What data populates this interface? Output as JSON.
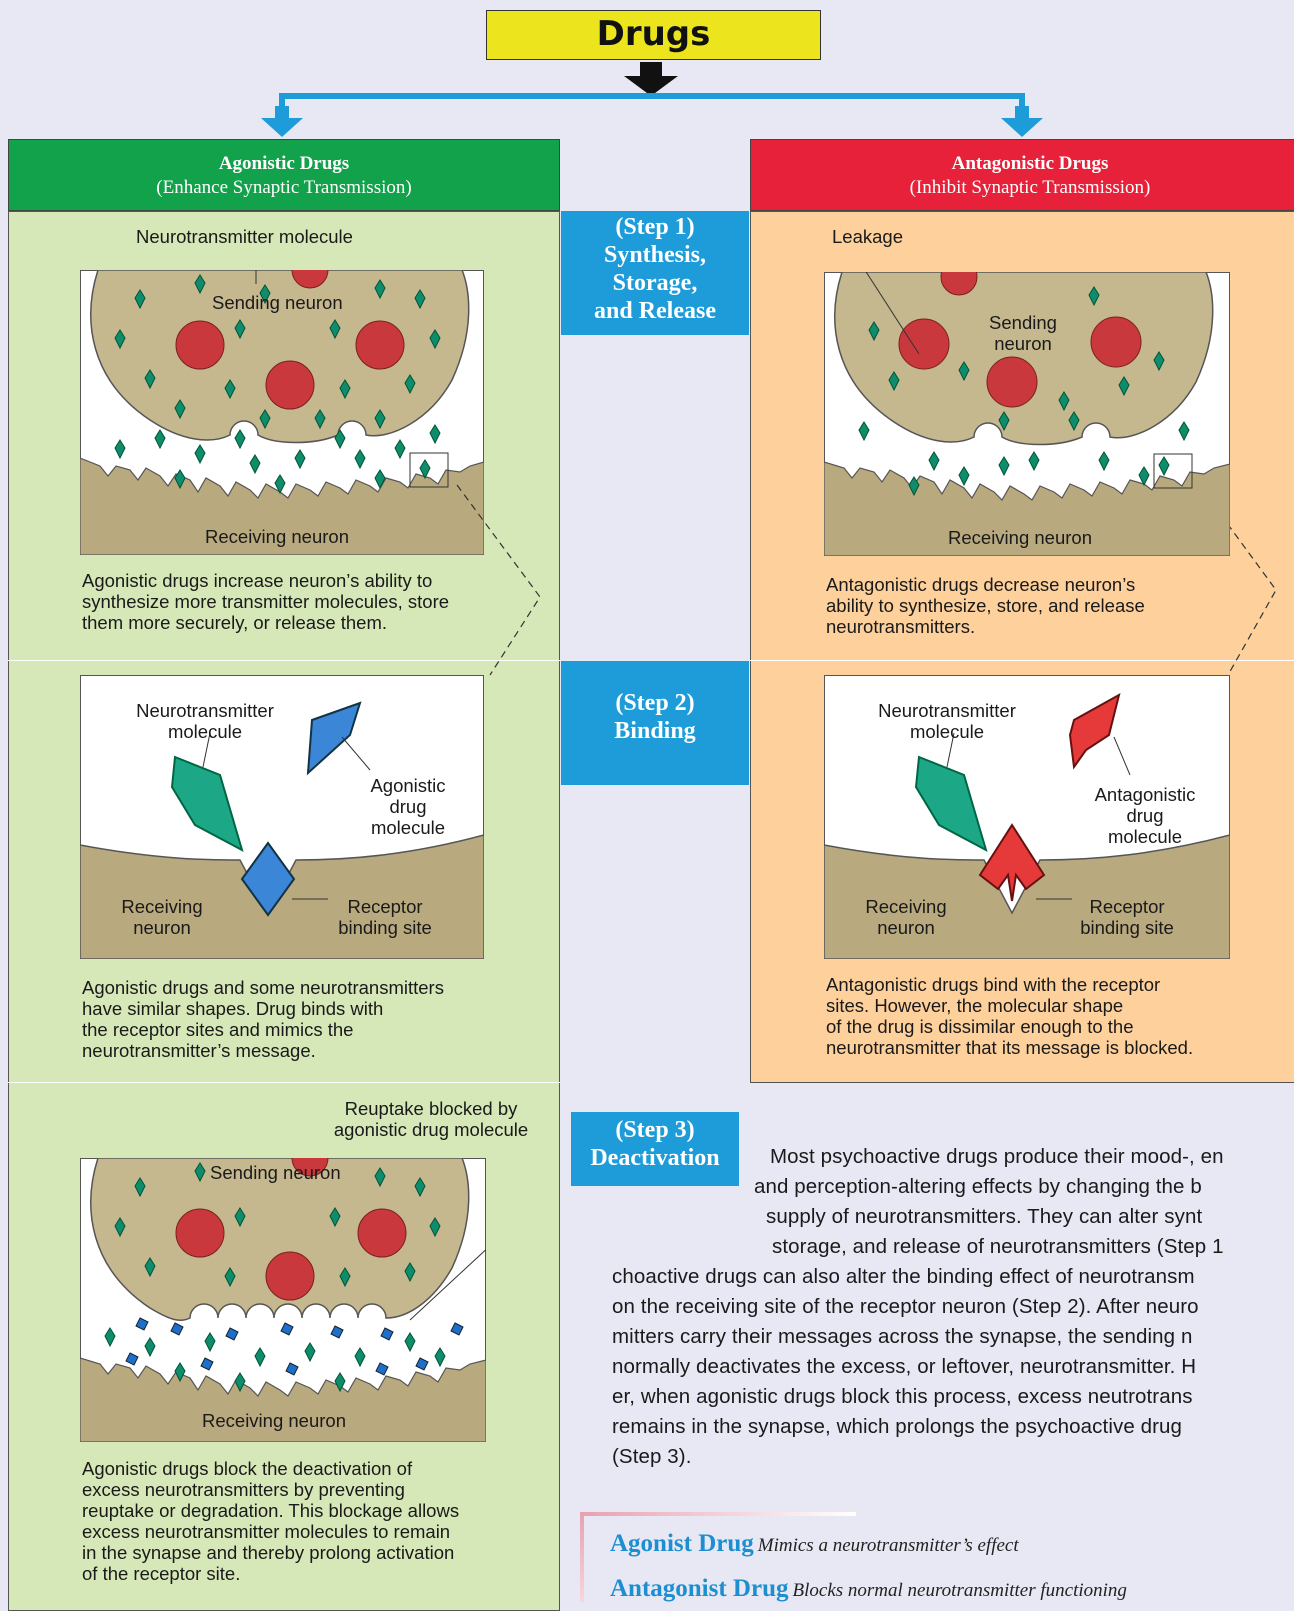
{
  "title": "Drugs",
  "agonist_header": {
    "title": "Agonistic Drugs",
    "subtitle": "(Enhance Synaptic Transmission)"
  },
  "antagonist_header": {
    "title": "Antagonistic Drugs",
    "subtitle": "(Inhibit Synaptic Transmission)"
  },
  "steps": {
    "step1": [
      "(Step 1)",
      "Synthesis,",
      "Storage,",
      "and Release"
    ],
    "step2": [
      "(Step 2)",
      "Binding"
    ],
    "step3": [
      "(Step 3)",
      "Deactivation"
    ]
  },
  "agonist_step1": {
    "label_top": "Neurotransmitter molecule",
    "sending": "Sending neuron",
    "receiving": "Receiving neuron",
    "caption": [
      "Agonistic drugs increase neuron’s ability to",
      "synthesize more transmitter molecules, store",
      "them more securely, or release them."
    ]
  },
  "antagonist_step1": {
    "label_top": "Leakage",
    "sending": [
      "Sending",
      "neuron"
    ],
    "receiving": "Receiving neuron",
    "caption": [
      "Antagonistic drugs decrease neuron’s",
      "ability to synthesize, store, and release",
      "neurotransmitters."
    ]
  },
  "agonist_step2": {
    "nt_label": [
      "Neurotransmitter",
      "molecule"
    ],
    "drug_label": [
      "Agonistic",
      "drug",
      "molecule"
    ],
    "receiving": [
      "Receiving",
      "neuron"
    ],
    "receptor": [
      "Receptor",
      "binding site"
    ],
    "caption": [
      "Agonistic drugs and some neurotransmitters",
      "have similar shapes. Drug binds with",
      "the receptor sites and mimics the",
      "neurotransmitter’s message."
    ]
  },
  "antagonist_step2": {
    "nt_label": [
      "Neurotransmitter",
      "molecule"
    ],
    "drug_label": [
      "Antagonistic",
      "drug",
      "molecule"
    ],
    "receiving": [
      "Receiving",
      "neuron"
    ],
    "receptor": [
      "Receptor",
      "binding site"
    ],
    "caption": [
      "Antagonistic drugs bind with the receptor",
      "sites. However, the molecular shape",
      "of the drug is dissimilar enough to the",
      "neurotransmitter that its message is blocked."
    ]
  },
  "agonist_step3": {
    "label_top": [
      "Reuptake blocked by",
      "agonistic drug molecule"
    ],
    "sending": "Sending neuron",
    "receiving": "Receiving neuron",
    "caption": [
      "Agonistic drugs block the deactivation of",
      "excess neurotransmitters by preventing",
      "reuptake or degradation. This blockage allows",
      "excess neurotransmitter molecules to remain",
      "in the synapse and thereby prolong activation",
      "of the receptor site."
    ]
  },
  "body_lines": [
    "Most psychoactive drugs produce their mood-, en",
    "and perception-altering effects by changing the b",
    "supply of neurotransmitters. They can alter synt",
    "storage, and release of neurotransmitters (Step 1",
    "choactive drugs can also alter the binding effect of neurotransm",
    "on the receiving site of the receptor neuron (Step 2). After neuro",
    "mitters carry their messages across the synapse, the sending n",
    "normally deactivates the excess, or leftover, neurotransmitter. H",
    "er, when agonistic drugs block this process, excess neutrotrans",
    "remains in the synapse, which prolongs the psychoactive drug",
    "(Step 3)."
  ],
  "definitions": [
    {
      "term": "Agonist Drug",
      "gloss": "Mimics a neurotransmitter’s effect"
    },
    {
      "term": "Antagonist Drug",
      "gloss": "Blocks normal neurotransmitter functioning"
    }
  ],
  "colors": {
    "agonist": "#12a24b",
    "antagonist": "#e8213a",
    "step": "#1d9cd9",
    "arrow": "#1d9cd9"
  }
}
